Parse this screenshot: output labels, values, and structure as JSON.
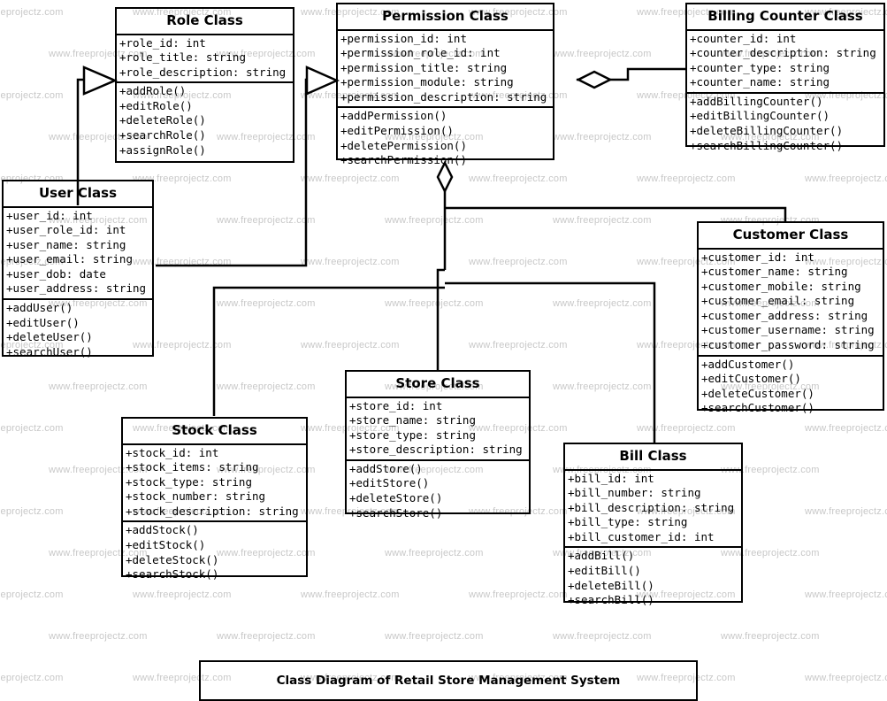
{
  "diagram": {
    "caption": "Class Diagram of Retail Store Management System",
    "watermark_text": "www.freeprojectz.com",
    "colors": {
      "line": "#000000",
      "text": "#000000",
      "background": "#ffffff",
      "watermark": "#c8c8c8"
    }
  },
  "classes": {
    "role": {
      "name": "Role Class",
      "attributes": [
        "+role_id: int",
        "+role_title: string",
        "+role_description: string"
      ],
      "methods": [
        "+addRole()",
        "+editRole()",
        "+deleteRole()",
        "+searchRole()",
        "+assignRole()"
      ]
    },
    "permission": {
      "name": "Permission Class",
      "attributes": [
        "+permission_id: int",
        "+permission_role_id: int",
        "+permission_title: string",
        "+permission_module: string",
        "+permission_description: string"
      ],
      "methods": [
        "+addPermission()",
        "+editPermission()",
        "+deletePermission()",
        "+searchPermission()"
      ]
    },
    "billing_counter": {
      "name": "Billing Counter Class",
      "attributes": [
        "+counter_id: int",
        "+counter_description: string",
        "+counter_type: string",
        "+counter_name: string"
      ],
      "methods": [
        "+addBillingCounter()",
        "+editBillingCounter()",
        "+deleteBillingCounter()",
        "+searchBillingCounter()"
      ]
    },
    "user": {
      "name": "User Class",
      "attributes": [
        "+user_id: int",
        "+user_role_id: int",
        "+user_name: string",
        "+user_email: string",
        "+user_dob: date",
        "+user_address: string"
      ],
      "methods": [
        "+addUser()",
        "+editUser()",
        "+deleteUser()",
        "+searchUser()"
      ]
    },
    "customer": {
      "name": "Customer Class",
      "attributes": [
        "+customer_id: int",
        "+customer_name: string",
        "+customer_mobile: string",
        "+customer_email: string",
        "+customer_address: string",
        "+customer_username: string",
        "+customer_password: string"
      ],
      "methods": [
        "+addCustomer()",
        "+editCustomer()",
        "+deleteCustomer()",
        "+searchCustomer()"
      ]
    },
    "store": {
      "name": "Store Class",
      "attributes": [
        "+store_id: int",
        "+store_name: string",
        "+store_type: string",
        "+store_description: string"
      ],
      "methods": [
        "+addStore()",
        "+editStore()",
        "+deleteStore()",
        "+searchStore()"
      ]
    },
    "stock": {
      "name": "Stock Class",
      "attributes": [
        "+stock_id: int",
        "+stock_items: string",
        "+stock_type: string",
        "+stock_number: string",
        "+stock_description: string"
      ],
      "methods": [
        "+addStock()",
        "+editStock()",
        "+deleteStock()",
        "+searchStock()"
      ]
    },
    "bill": {
      "name": "Bill Class",
      "attributes": [
        "+bill_id: int",
        "+bill_number: string",
        "+bill_description: string",
        "+bill_type: string",
        "+bill_customer_id: int"
      ],
      "methods": [
        "+addBill()",
        "+editBill()",
        "+deleteBill()",
        "+searchBill()"
      ]
    }
  },
  "relationships": [
    {
      "from": "user",
      "to": "role",
      "type": "generalization"
    },
    {
      "from": "user",
      "to": "permission",
      "type": "generalization"
    },
    {
      "from": "permission",
      "to": "billing_counter",
      "type": "aggregation"
    },
    {
      "from": "permission",
      "to": "customer",
      "type": "aggregation"
    },
    {
      "from": "permission",
      "to": "store",
      "type": "aggregation"
    },
    {
      "from": "permission",
      "to": "stock",
      "type": "aggregation"
    },
    {
      "from": "permission",
      "to": "bill",
      "type": "aggregation"
    }
  ]
}
